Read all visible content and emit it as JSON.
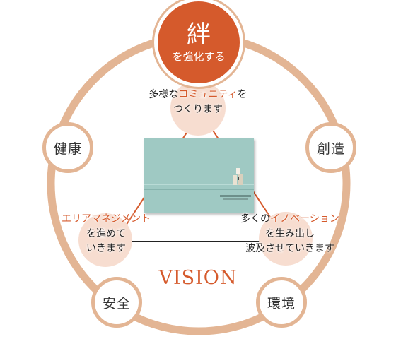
{
  "hero": {
    "main": "絆",
    "sub": "を強化する"
  },
  "nodes": {
    "health": "健康",
    "creation": "創造",
    "safety": "安全",
    "environment": "環境"
  },
  "community": {
    "pre": "多様な",
    "highlight": "コミュニティ",
    "post": "を",
    "line2": "つくります"
  },
  "area_management": {
    "highlight": "エリアマネジメント",
    "line2": "を進めて",
    "line3": "いきます"
  },
  "innovation": {
    "pre": "多くの",
    "highlight": "イノベーション",
    "line2": "を生み出し",
    "line3": "波及させていきます"
  },
  "vision": "VISION",
  "colors": {
    "accent": "#d55a2c",
    "ring": "#e3b594",
    "blob": "#f7ddd0",
    "card": "#9fc9c3"
  }
}
